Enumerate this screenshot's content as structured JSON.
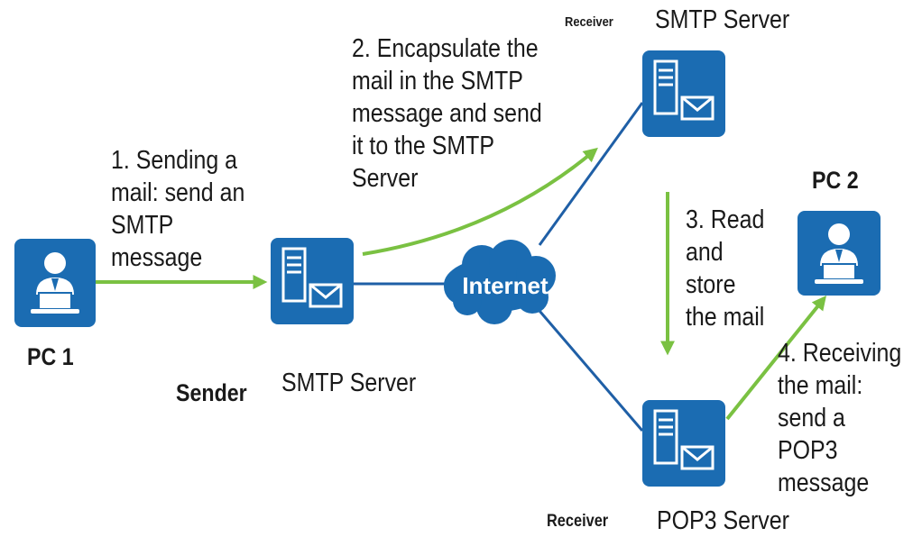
{
  "diagram": {
    "colors": {
      "device_blue": "#1b6cb2",
      "link_blue": "#1f5fa6",
      "flow_green": "#7ac142",
      "text": "#1a1a1a"
    },
    "icons": {
      "pc1": "pc-user-icon",
      "pc2": "pc-user-icon",
      "sender_server": "mail-server-icon",
      "receiver_smtp_server": "mail-server-icon",
      "receiver_pop3_server": "mail-server-icon",
      "internet": "cloud-icon"
    },
    "labels": {
      "pc1": "PC 1",
      "pc2": "PC 2",
      "sender_role": "Sender",
      "sender_server": "SMTP Server",
      "receiver_smtp_role": "Receiver",
      "receiver_smtp_server": "SMTP Server",
      "receiver_pop3_role": "Receiver",
      "receiver_pop3_server": "POP3 Server",
      "internet": "Internet"
    },
    "steps": [
      {
        "text": "1. Sending a\nmail: send an\nSMTP\nmessage"
      },
      {
        "text": "2. Encapsulate the\nmail in the SMTP\nmessage and send\nit to the SMTP\nServer"
      },
      {
        "text": "3. Read\nand\nstore\nthe mail"
      },
      {
        "text": "4. Receiving\nthe mail:\nsend a POP3\nmessage"
      }
    ]
  }
}
